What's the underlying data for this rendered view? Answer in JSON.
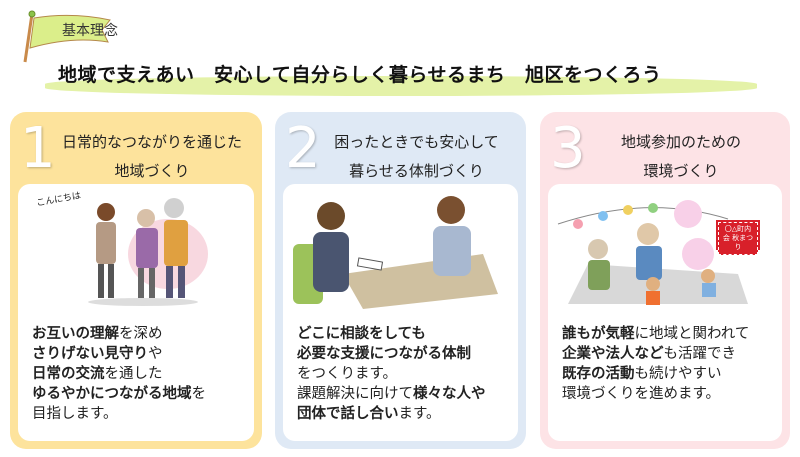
{
  "banner": {
    "flag_label": "基本理念",
    "slogan": "地域で支えあい　安心して自分らしく暮らせるまち　旭区をつくろう",
    "band_color": "#e4f2a8"
  },
  "cards": [
    {
      "number": "1",
      "title_lines": [
        "日常的なつながりを通じた",
        "地域づくり"
      ],
      "color": "#fde39c",
      "illustration_text": "こんにちは",
      "body": [
        [
          {
            "t": "お互いの理解",
            "b": true
          },
          {
            "t": "を深め",
            "b": false
          }
        ],
        [
          {
            "t": "さりげない見守り",
            "b": true
          },
          {
            "t": "や",
            "b": false
          }
        ],
        [
          {
            "t": "日常の交流",
            "b": true
          },
          {
            "t": "を通した",
            "b": false
          }
        ],
        [
          {
            "t": "ゆるやかにつながる地域",
            "b": true
          },
          {
            "t": "を",
            "b": false
          }
        ],
        [
          {
            "t": "目指します。",
            "b": false
          }
        ]
      ]
    },
    {
      "number": "2",
      "title_lines": [
        "困ったときでも安心して",
        "暮らせる体制づくり"
      ],
      "color": "#dfe9f5",
      "body": [
        [
          {
            "t": "どこに相談をしても",
            "b": true
          }
        ],
        [
          {
            "t": "必要な支援につながる体制",
            "b": true
          }
        ],
        [
          {
            "t": "をつくります。",
            "b": false
          }
        ],
        [
          {
            "t": "課題解決に向けて",
            "b": false
          },
          {
            "t": "様々な人や",
            "b": true
          }
        ],
        [
          {
            "t": "団体で話し合い",
            "b": true
          },
          {
            "t": "ます。",
            "b": false
          }
        ]
      ]
    },
    {
      "number": "3",
      "title_lines": [
        "地域参加のための",
        "環境づくり"
      ],
      "color": "#fde3e6",
      "illustration_text": "〇△町内会 秋まつり",
      "body": [
        [
          {
            "t": "誰もが気軽",
            "b": true
          },
          {
            "t": "に地域と関われて",
            "b": false
          }
        ],
        [
          {
            "t": "企業や法人など",
            "b": true
          },
          {
            "t": "も活躍でき",
            "b": false
          }
        ],
        [
          {
            "t": "既存の活動",
            "b": true
          },
          {
            "t": "も続けやすい",
            "b": false
          }
        ],
        [
          {
            "t": "環境づくりを進めます。",
            "b": false
          }
        ]
      ]
    }
  ]
}
